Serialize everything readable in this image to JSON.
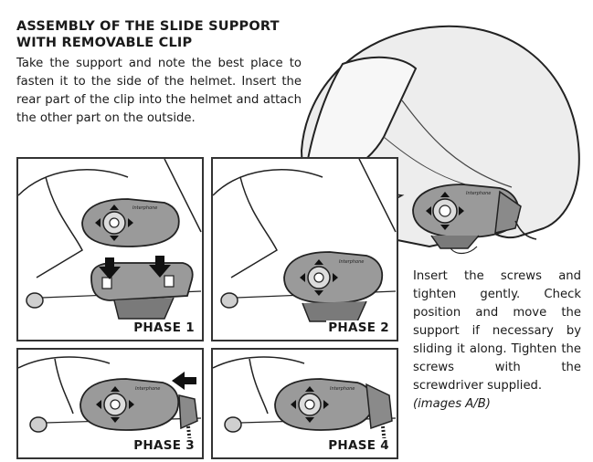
{
  "heading": {
    "line1": "ASSEMBLY OF THE SLIDE SUPPORT",
    "line2": "WITH REMOVABLE CLIP"
  },
  "intro_text": "Take the support and note the best place to fasten it to the side of the helmet. Insert the rear part of the clip into the helmet and attach the other part on the outside.",
  "phases": [
    {
      "label": "PHASE 1"
    },
    {
      "label": "PHASE 2"
    },
    {
      "label": "PHASE 3"
    },
    {
      "label": "PHASE 4"
    }
  ],
  "side_text": "Insert the screws and tighten gently. Check position and move the support if necessary by sliding it along. Tighten the screws with the screwdriver supplied.",
  "side_caption": "(images A/B)",
  "device_brand": "Interphone",
  "colors": {
    "ink": "#1a1a1a",
    "device_grey": "#9a9a9a",
    "device_dark": "#6e6e6e",
    "helmet_grey": "#e9e9e9"
  }
}
